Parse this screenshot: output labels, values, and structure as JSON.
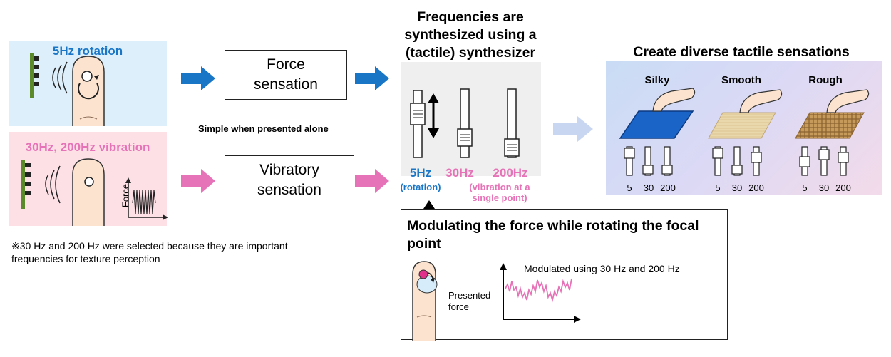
{
  "left": {
    "rotation_title": "5Hz rotation",
    "vibration_title": "30Hz, 200Hz vibration",
    "force_axis_label": "Force",
    "footnote": "※30 Hz and 200 Hz were selected because they are important frequencies for texture perception"
  },
  "middle": {
    "force_box": "Force sensation",
    "vibratory_box": "Vibratory sensation",
    "simple_note": "Simple when presented alone"
  },
  "synth": {
    "title": "Frequencies are synthesized using a (tactile) synthesizer",
    "freq_5": "5Hz",
    "freq_5_sub": "(rotation)",
    "freq_30": "30Hz",
    "freq_200": "200Hz",
    "freq_200_sub": "(vibration at a single point)"
  },
  "modulation": {
    "title": "Modulating the force while rotating the focal point",
    "wave_caption": "Modulated using 30 Hz and 200 Hz",
    "presented_force": "Presented force"
  },
  "right": {
    "title": "Create diverse tactile sensations",
    "textures": [
      {
        "label": "Silky",
        "ticks": [
          "5",
          "30",
          "200"
        ]
      },
      {
        "label": "Smooth",
        "ticks": [
          "5",
          "30",
          "200"
        ]
      },
      {
        "label": "Rough",
        "ticks": [
          "5",
          "30",
          "200"
        ]
      }
    ]
  },
  "colors": {
    "blue": "#1976c6",
    "pink": "#e673b7",
    "arrow_light": "#c9d6f2"
  }
}
